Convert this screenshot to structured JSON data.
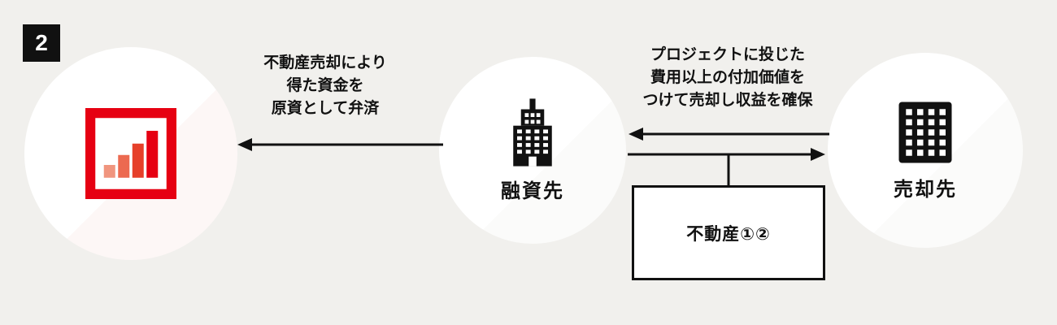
{
  "colors": {
    "background": "#f1f0ed",
    "accent_red": "#e60012",
    "ink": "#111111"
  },
  "badge": {
    "number": "2"
  },
  "nodes": {
    "bank": {
      "icon": "bar-chart-logo-icon"
    },
    "lender": {
      "label": "融資先",
      "icon": "office-tower-icon"
    },
    "buyer": {
      "label": "売却先",
      "icon": "apartment-building-icon"
    }
  },
  "captions": {
    "repay": {
      "lines": [
        "不動産売却により",
        "得た資金を",
        "原資として弁済"
      ]
    },
    "sell": {
      "lines": [
        "プロジェクトに投じた",
        "費用以上の付加価値を",
        "つけて売却し収益を確保"
      ]
    }
  },
  "property_box": {
    "label": "不動産①②"
  }
}
